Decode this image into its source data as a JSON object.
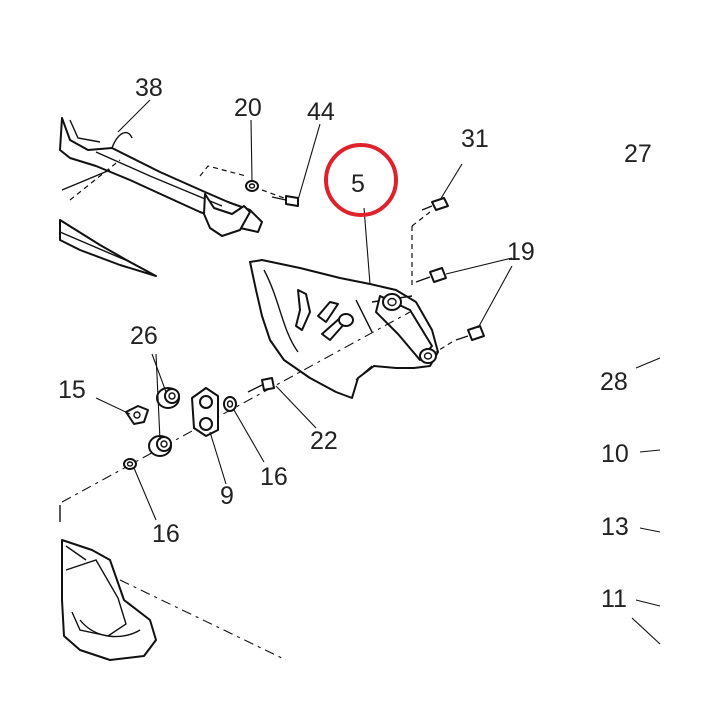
{
  "callouts": {
    "c38": "38",
    "c20": "20",
    "c44": "44",
    "c5": "5",
    "c31": "31",
    "c27": "27",
    "c19": "19",
    "c26": "26",
    "c15": "15",
    "c22": "22",
    "c16a": "16",
    "c9": "9",
    "c16b": "16",
    "c28": "28",
    "c10": "10",
    "c13": "13",
    "c11": "11"
  },
  "highlight": {
    "label": "5",
    "color": "#e0202a"
  }
}
